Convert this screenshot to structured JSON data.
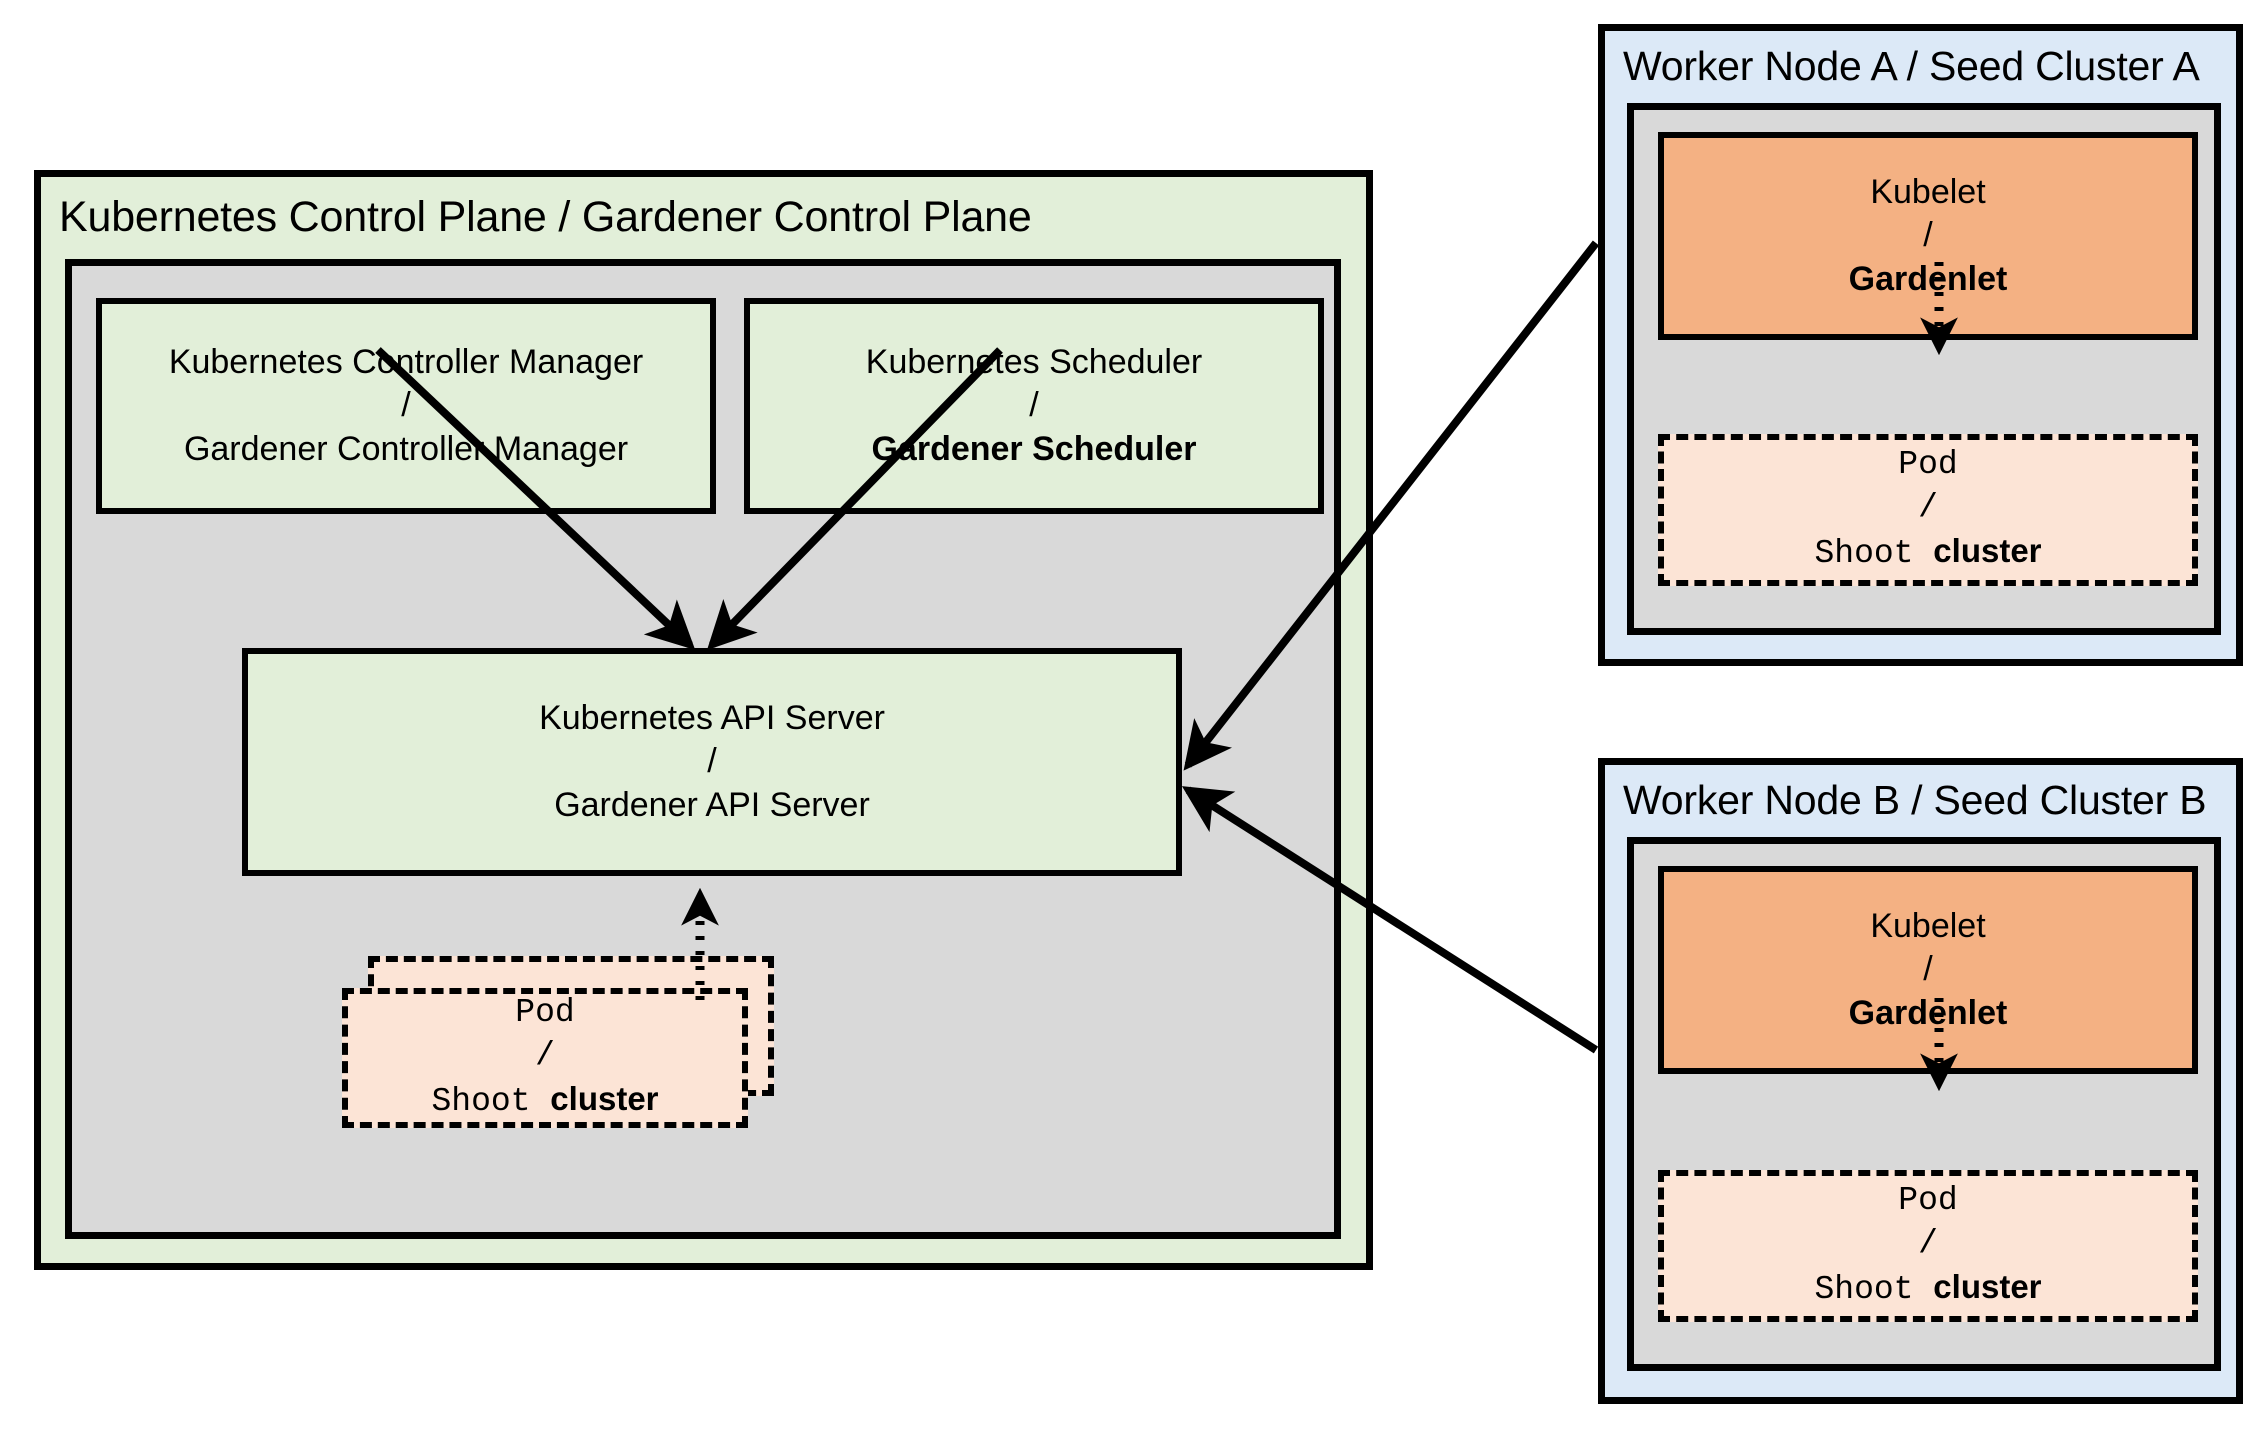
{
  "diagram": {
    "title": "Gardener architecture: Kubernetes Control Plane and Seed Clusters",
    "colors": {
      "control_plane_bg": "#e2efd9",
      "control_plane_inner_bg": "#d9d9d9",
      "green_box_bg": "#e2efd9",
      "pod_bg": "#fce4d6",
      "worker_panel_bg": "#dce9f7",
      "kubelet_bg": "#f4b183",
      "border": "#000000"
    }
  },
  "control_plane": {
    "title": "Kubernetes Control Plane / Gardener Control Plane",
    "controller_manager": {
      "line1": "Kubernetes Controller Manager",
      "separator": "/",
      "line2": "Gardener Controller Manager",
      "line2_bold": false
    },
    "scheduler": {
      "line1": "Kubernetes Scheduler",
      "separator": "/",
      "line2": "Gardener Scheduler",
      "line2_bold": true
    },
    "api_server": {
      "line1": "Kubernetes API Server",
      "separator": "/",
      "line2": "Gardener API Server",
      "line2_bold": false
    },
    "pod": {
      "line1": "Pod",
      "separator": "/",
      "line2_mono": "Shoot ",
      "line2_bold": "cluster"
    }
  },
  "worker_nodes": [
    {
      "title": "Worker Node A / Seed Cluster A",
      "kubelet": {
        "line1": "Kubelet",
        "separator": "/",
        "line2": "Gardenlet",
        "line2_bold": true
      },
      "pod": {
        "line1": "Pod",
        "separator": "/",
        "line2_mono": "Shoot ",
        "line2_bold": "cluster"
      }
    },
    {
      "title": "Worker Node B / Seed Cluster B",
      "kubelet": {
        "line1": "Kubelet",
        "separator": "/",
        "line2": "Gardenlet",
        "line2_bold": true
      },
      "pod": {
        "line1": "Pod",
        "separator": "/",
        "line2_mono": "Shoot ",
        "line2_bold": "cluster"
      }
    }
  ],
  "connections": [
    {
      "name": "controller-manager-to-api-server",
      "style": "solid",
      "direction": "down-right"
    },
    {
      "name": "scheduler-to-api-server",
      "style": "solid",
      "direction": "down-left"
    },
    {
      "name": "control-plane-pod-to-api-server",
      "style": "dotted",
      "direction": "up"
    },
    {
      "name": "gardenlet-a-to-api-server",
      "style": "solid",
      "direction": "left-down"
    },
    {
      "name": "gardenlet-b-to-api-server",
      "style": "solid",
      "direction": "left-up"
    },
    {
      "name": "gardenlet-a-to-pod-a",
      "style": "dotted",
      "direction": "down"
    },
    {
      "name": "gardenlet-b-to-pod-b",
      "style": "dotted",
      "direction": "down"
    }
  ]
}
